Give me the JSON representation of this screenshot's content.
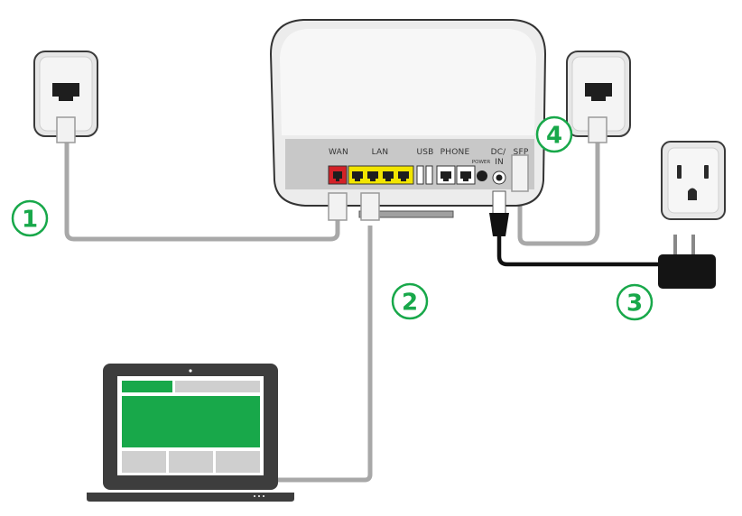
{
  "router": {
    "port_labels": {
      "wan": "WAN",
      "lan": "LAN",
      "usb": "USB",
      "phone": "PHONE",
      "power": "POWER",
      "dc_top": "DC/",
      "dc_bottom": "IN",
      "sfp": "SFP"
    }
  },
  "steps": [
    "1",
    "2",
    "3",
    "4"
  ],
  "colors": {
    "accent_green": "#18a84a",
    "wan_port": "#d32127",
    "lan_port": "#f2e500",
    "cable_grey": "#a8a8a8",
    "power_cable": "#111111",
    "laptop_frame": "#3d3d3d"
  }
}
